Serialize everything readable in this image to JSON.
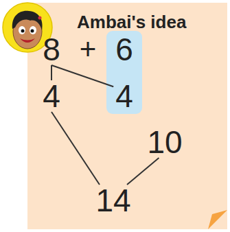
{
  "diagram": {
    "title": "Ambai's idea",
    "nodes": [
      {
        "text": [
          "8"
        ]
      },
      {
        "text": [
          "6"
        ]
      },
      {
        "text": [
          "4"
        ]
      },
      {
        "text": [
          "4"
        ]
      },
      {
        "text": [
          "10"
        ]
      },
      {
        "text": [
          "14"
        ]
      }
    ],
    "edges": [
      {
        "from": 0,
        "to": 2,
        "arrow": "none"
      },
      {
        "from": 0,
        "to": 3,
        "arrow": "none"
      },
      {
        "from": 2,
        "to": 5,
        "arrow": "none"
      },
      {
        "from": 4,
        "to": 5,
        "arrow": "none"
      }
    ],
    "labels": [
      "+"
    ]
  }
}
